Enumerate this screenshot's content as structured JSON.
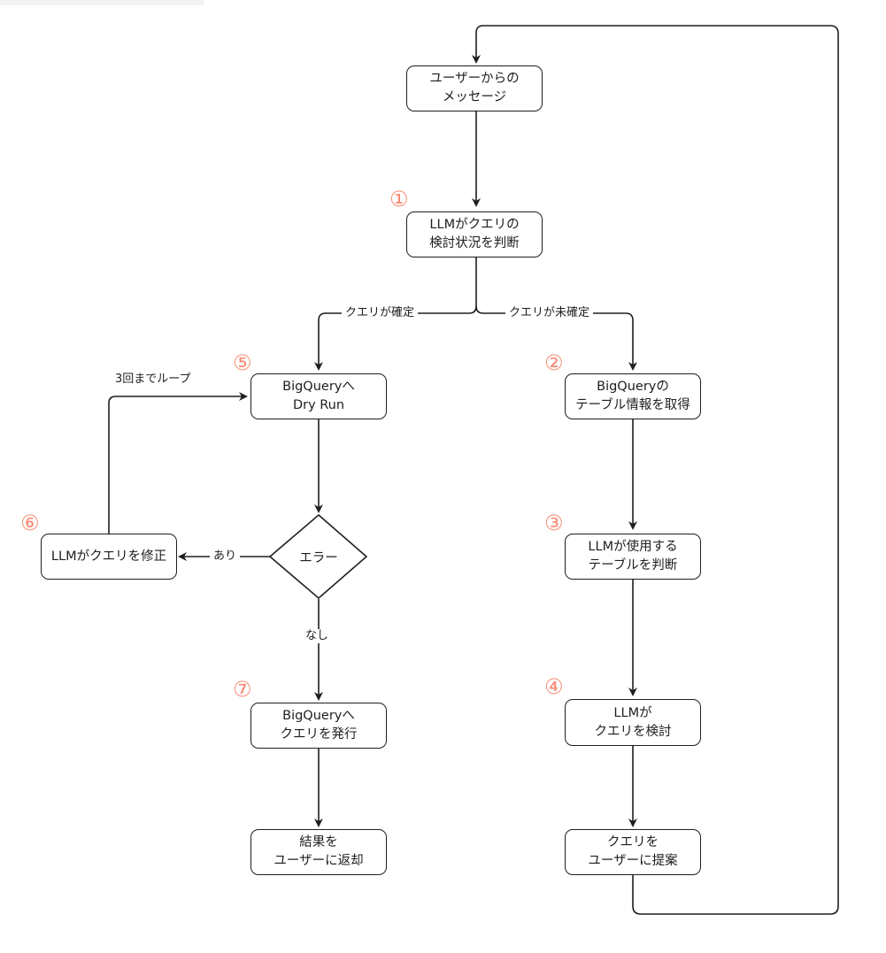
{
  "nodes": {
    "user_message": {
      "line1": "ユーザーからの",
      "line2": "メッセージ"
    },
    "llm_judge": {
      "line1": "LLMがクエリの",
      "line2": "検討状況を判断"
    },
    "dry_run": {
      "line1": "BigQueryへ",
      "line2": "Dry Run"
    },
    "get_tables": {
      "line1": "BigQueryの",
      "line2": "テーブル情報を取得"
    },
    "error": {
      "label": "エラー"
    },
    "fix_query": {
      "line1": "LLMがクエリを修正"
    },
    "select_tables": {
      "line1": "LLMが使用する",
      "line2": "テーブルを判断"
    },
    "execute_query": {
      "line1": "BigQueryへ",
      "line2": "クエリを発行"
    },
    "review_query": {
      "line1": "LLMが",
      "line2": "クエリを検討"
    },
    "return_result": {
      "line1": "結果を",
      "line2": "ユーザーに返却"
    },
    "propose_query": {
      "line1": "クエリを",
      "line2": "ユーザーに提案"
    }
  },
  "edge_labels": {
    "confirmed": "クエリが確定",
    "unconfirmed": "クエリが未確定",
    "loop": "3回までループ",
    "has_error": "あり",
    "no_error": "なし"
  },
  "steps": [
    "①",
    "②",
    "③",
    "④",
    "⑤",
    "⑥",
    "⑦"
  ],
  "colors": {
    "stroke": "#1e1e1e",
    "step_marker": "#fa8a74"
  }
}
